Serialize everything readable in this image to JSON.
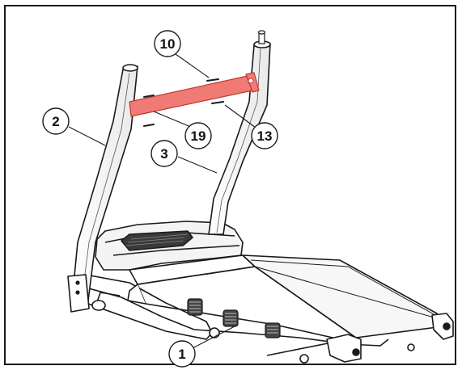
{
  "callouts": [
    {
      "id": "2",
      "label": "2"
    },
    {
      "id": "10",
      "label": "10"
    },
    {
      "id": "19",
      "label": "19"
    },
    {
      "id": "13",
      "label": "13"
    },
    {
      "id": "3",
      "label": "3"
    },
    {
      "id": "1",
      "label": "1"
    }
  ],
  "highlight_color": "#f07a76",
  "line_color": "#1a1a1a"
}
